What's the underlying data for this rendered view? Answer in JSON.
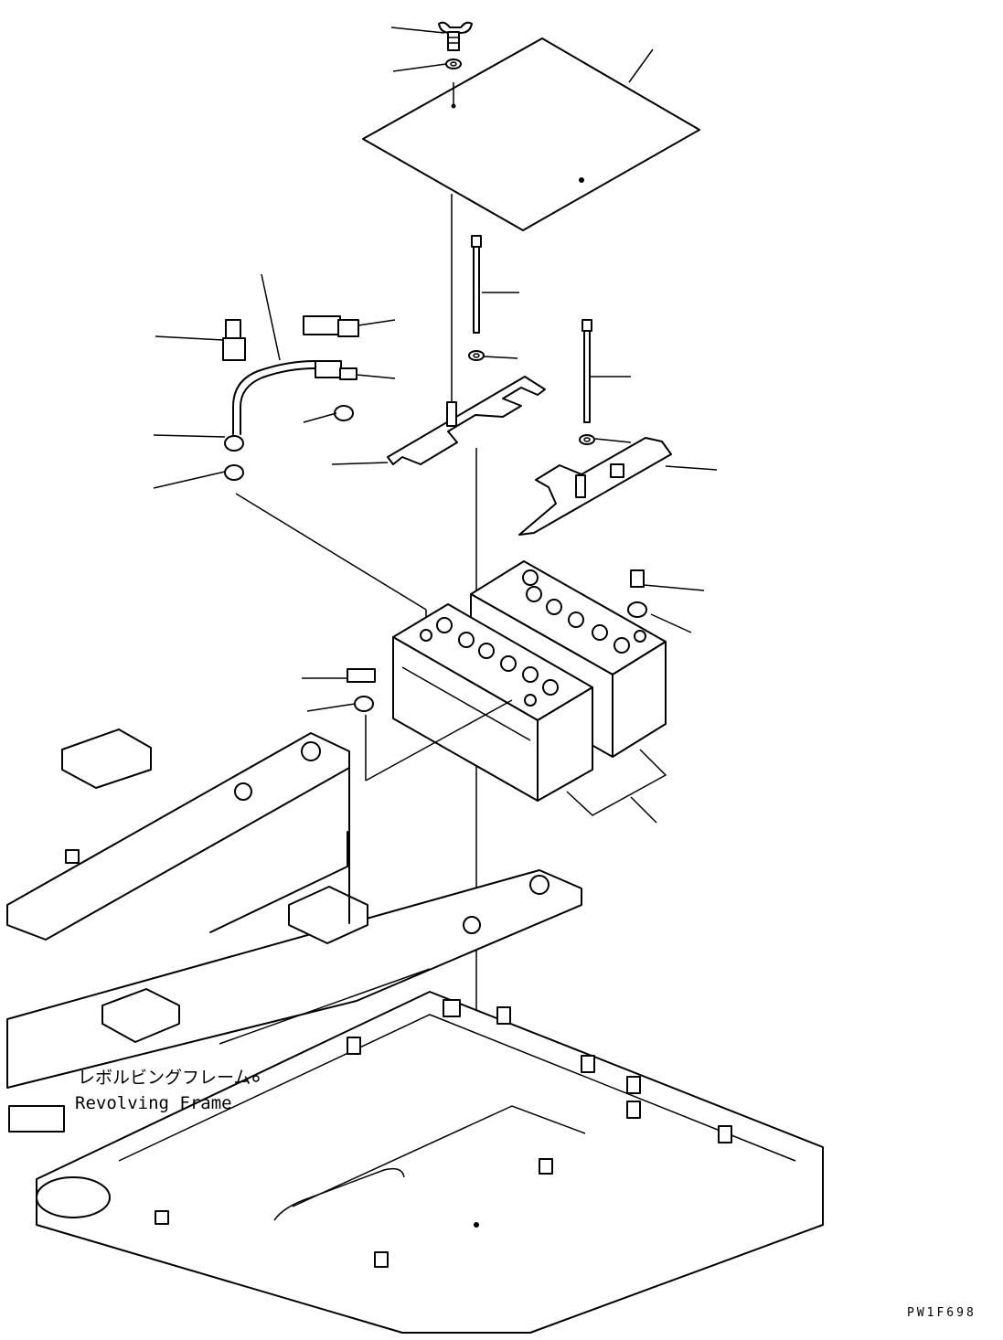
{
  "drawing": {
    "frame_label_jp": "レボルビングフレーム",
    "frame_label_en": "Revolving Frame",
    "drawing_code": "PW1F698"
  }
}
